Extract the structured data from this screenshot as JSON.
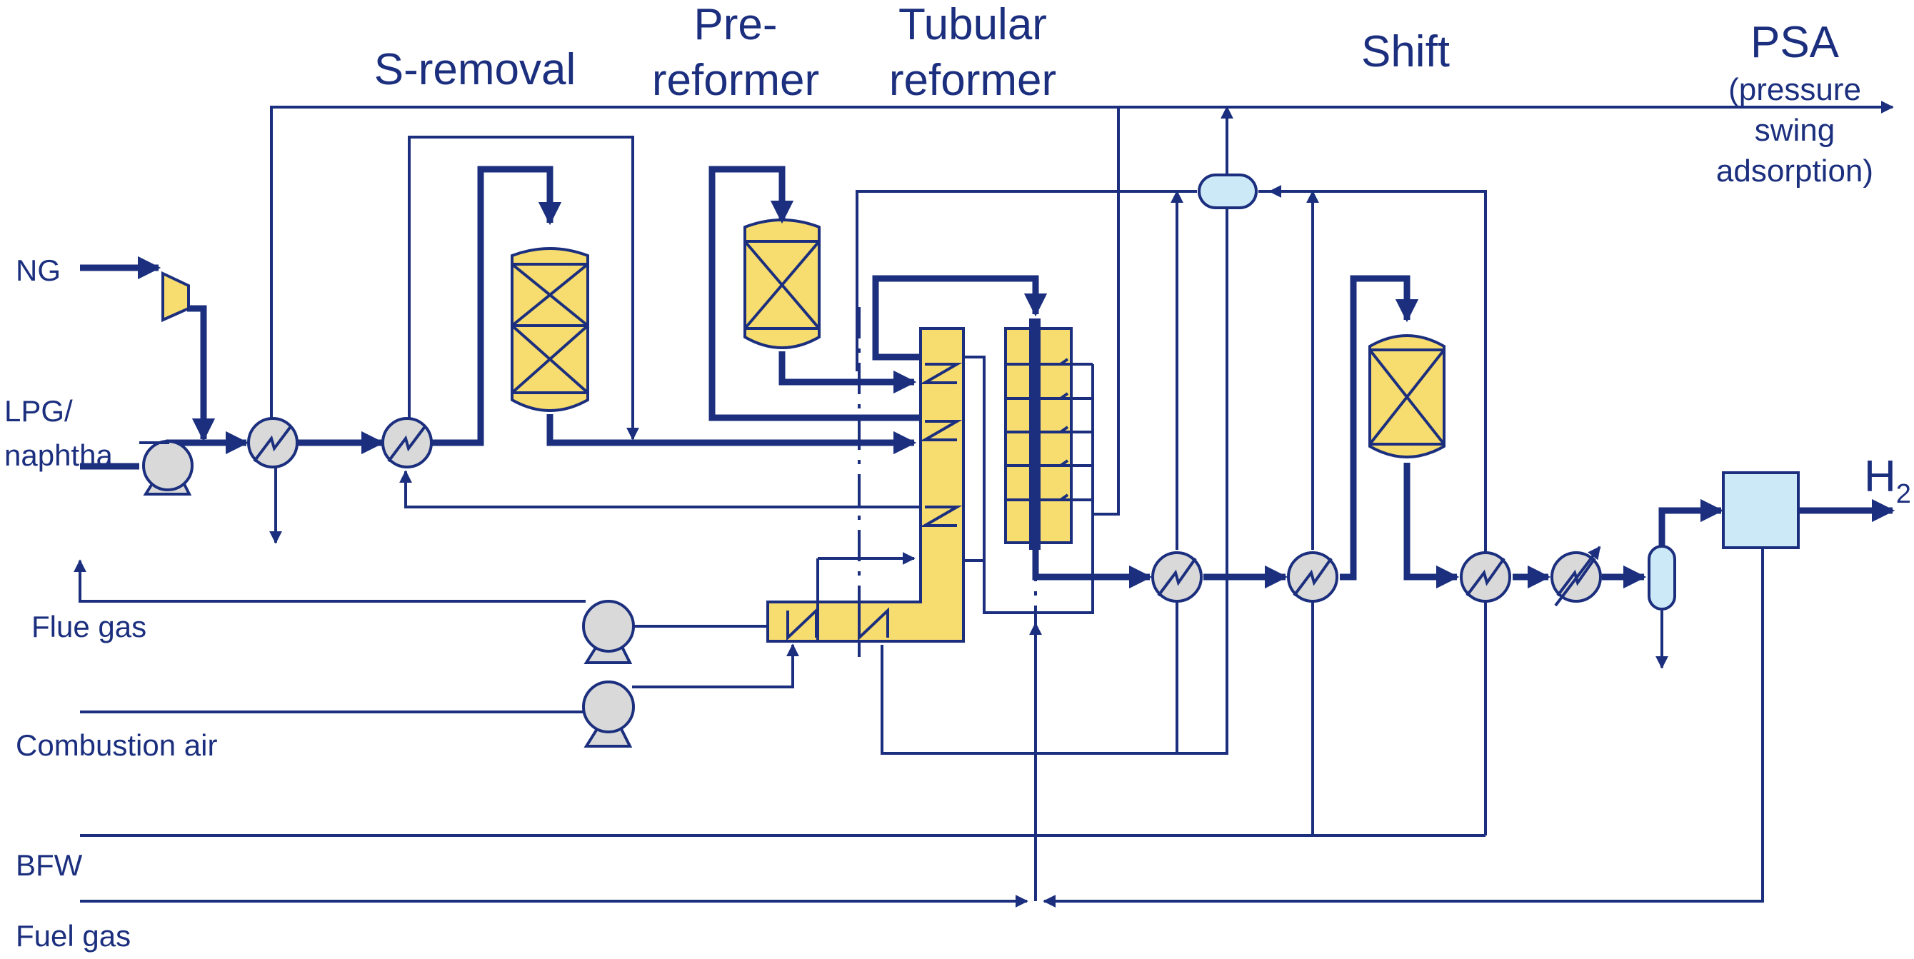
{
  "sections": {
    "s_removal": "S-removal",
    "pre_reformer_1": "Pre-",
    "pre_reformer_2": "reformer",
    "tubular_1": "Tubular",
    "tubular_2": "reformer",
    "shift": "Shift",
    "psa": "PSA",
    "psa_sub_1": "(pressure",
    "psa_sub_2": "swing",
    "psa_sub_3": "adsorption)"
  },
  "streams": {
    "ng": "NG",
    "lpg_1": "LPG/",
    "lpg_2": "naphtha",
    "flue_gas": "Flue gas",
    "combustion_air": "Combustion air",
    "bfw": "BFW",
    "fuel_gas": "Fuel gas",
    "h2_main": "H",
    "h2_sub": "2"
  },
  "colors": {
    "line": "#1b2f7e",
    "equipment": "#f7dc6f",
    "exchanger": "#d9d9d9",
    "vessel": "#cce9f7"
  }
}
